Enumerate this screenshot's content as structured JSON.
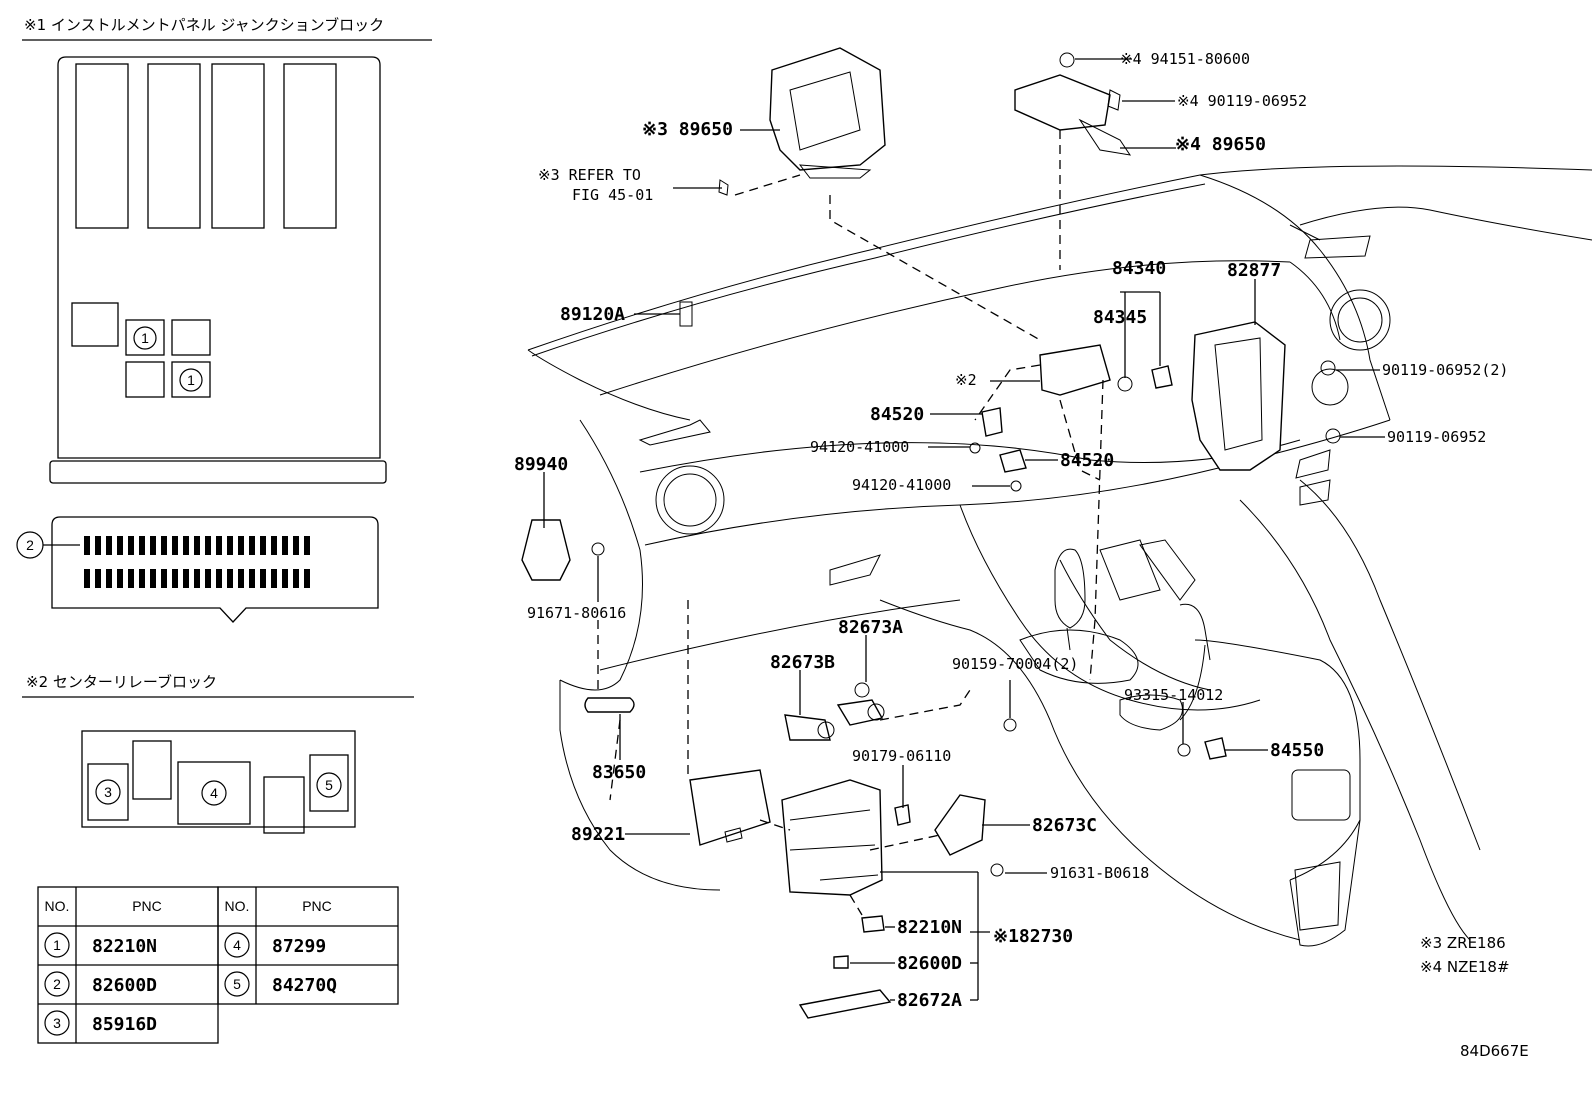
{
  "section1": {
    "title": "※1 インストルメントパネル  ジャンクションブロック",
    "marker1a": "1",
    "marker1b": "1",
    "marker2": "2"
  },
  "section2": {
    "title": "※2  センターリレーブロック",
    "marker3": "3",
    "marker4": "4",
    "marker5": "5"
  },
  "table": {
    "headers": [
      "NO.",
      "PNC",
      "NO.",
      "PNC"
    ],
    "rows": [
      {
        "no1": "1",
        "pnc1": "82210N",
        "no2": "4",
        "pnc2": "87299"
      },
      {
        "no1": "2",
        "pnc1": "82600D",
        "no2": "5",
        "pnc2": "84270Q"
      },
      {
        "no1": "3",
        "pnc1": "85916D",
        "no2": "",
        "pnc2": ""
      }
    ]
  },
  "callouts": {
    "c_94151": "※4 94151-80600",
    "c_90119_top": "※4 90119-06952",
    "c_89650_r": "※4 89650",
    "c_89650_l": "※3 89650",
    "c_refer_1": "※3 REFER TO",
    "c_refer_2": "FIG 45-01",
    "c_89120a": "89120A",
    "c_84340": "84340",
    "c_82877": "82877",
    "c_84345": "84345",
    "c_star2": "※2",
    "c_84520_a": "84520",
    "c_94120_a": "94120-41000",
    "c_84520_b": "84520",
    "c_94120_b": "94120-41000",
    "c_90119_2": "90119-06952(2)",
    "c_90119_b": "90119-06952",
    "c_89940": "89940",
    "c_91671": "91671-80616",
    "c_82673a": "82673A",
    "c_82673b": "82673B",
    "c_90159": "90159-70004(2)",
    "c_93315": "93315-14012",
    "c_83650": "83650",
    "c_84550": "84550",
    "c_90179": "90179-06110",
    "c_82673c": "82673C",
    "c_89221": "89221",
    "c_91631": "91631-B0618",
    "c_82210n": "82210N",
    "c_82730": "※182730",
    "c_82600d": "82600D",
    "c_82672a": "82672A"
  },
  "notes": {
    "n3": "※3 ZRE186",
    "n4": "※4 NZE18#"
  },
  "figure_code": "84D667E"
}
